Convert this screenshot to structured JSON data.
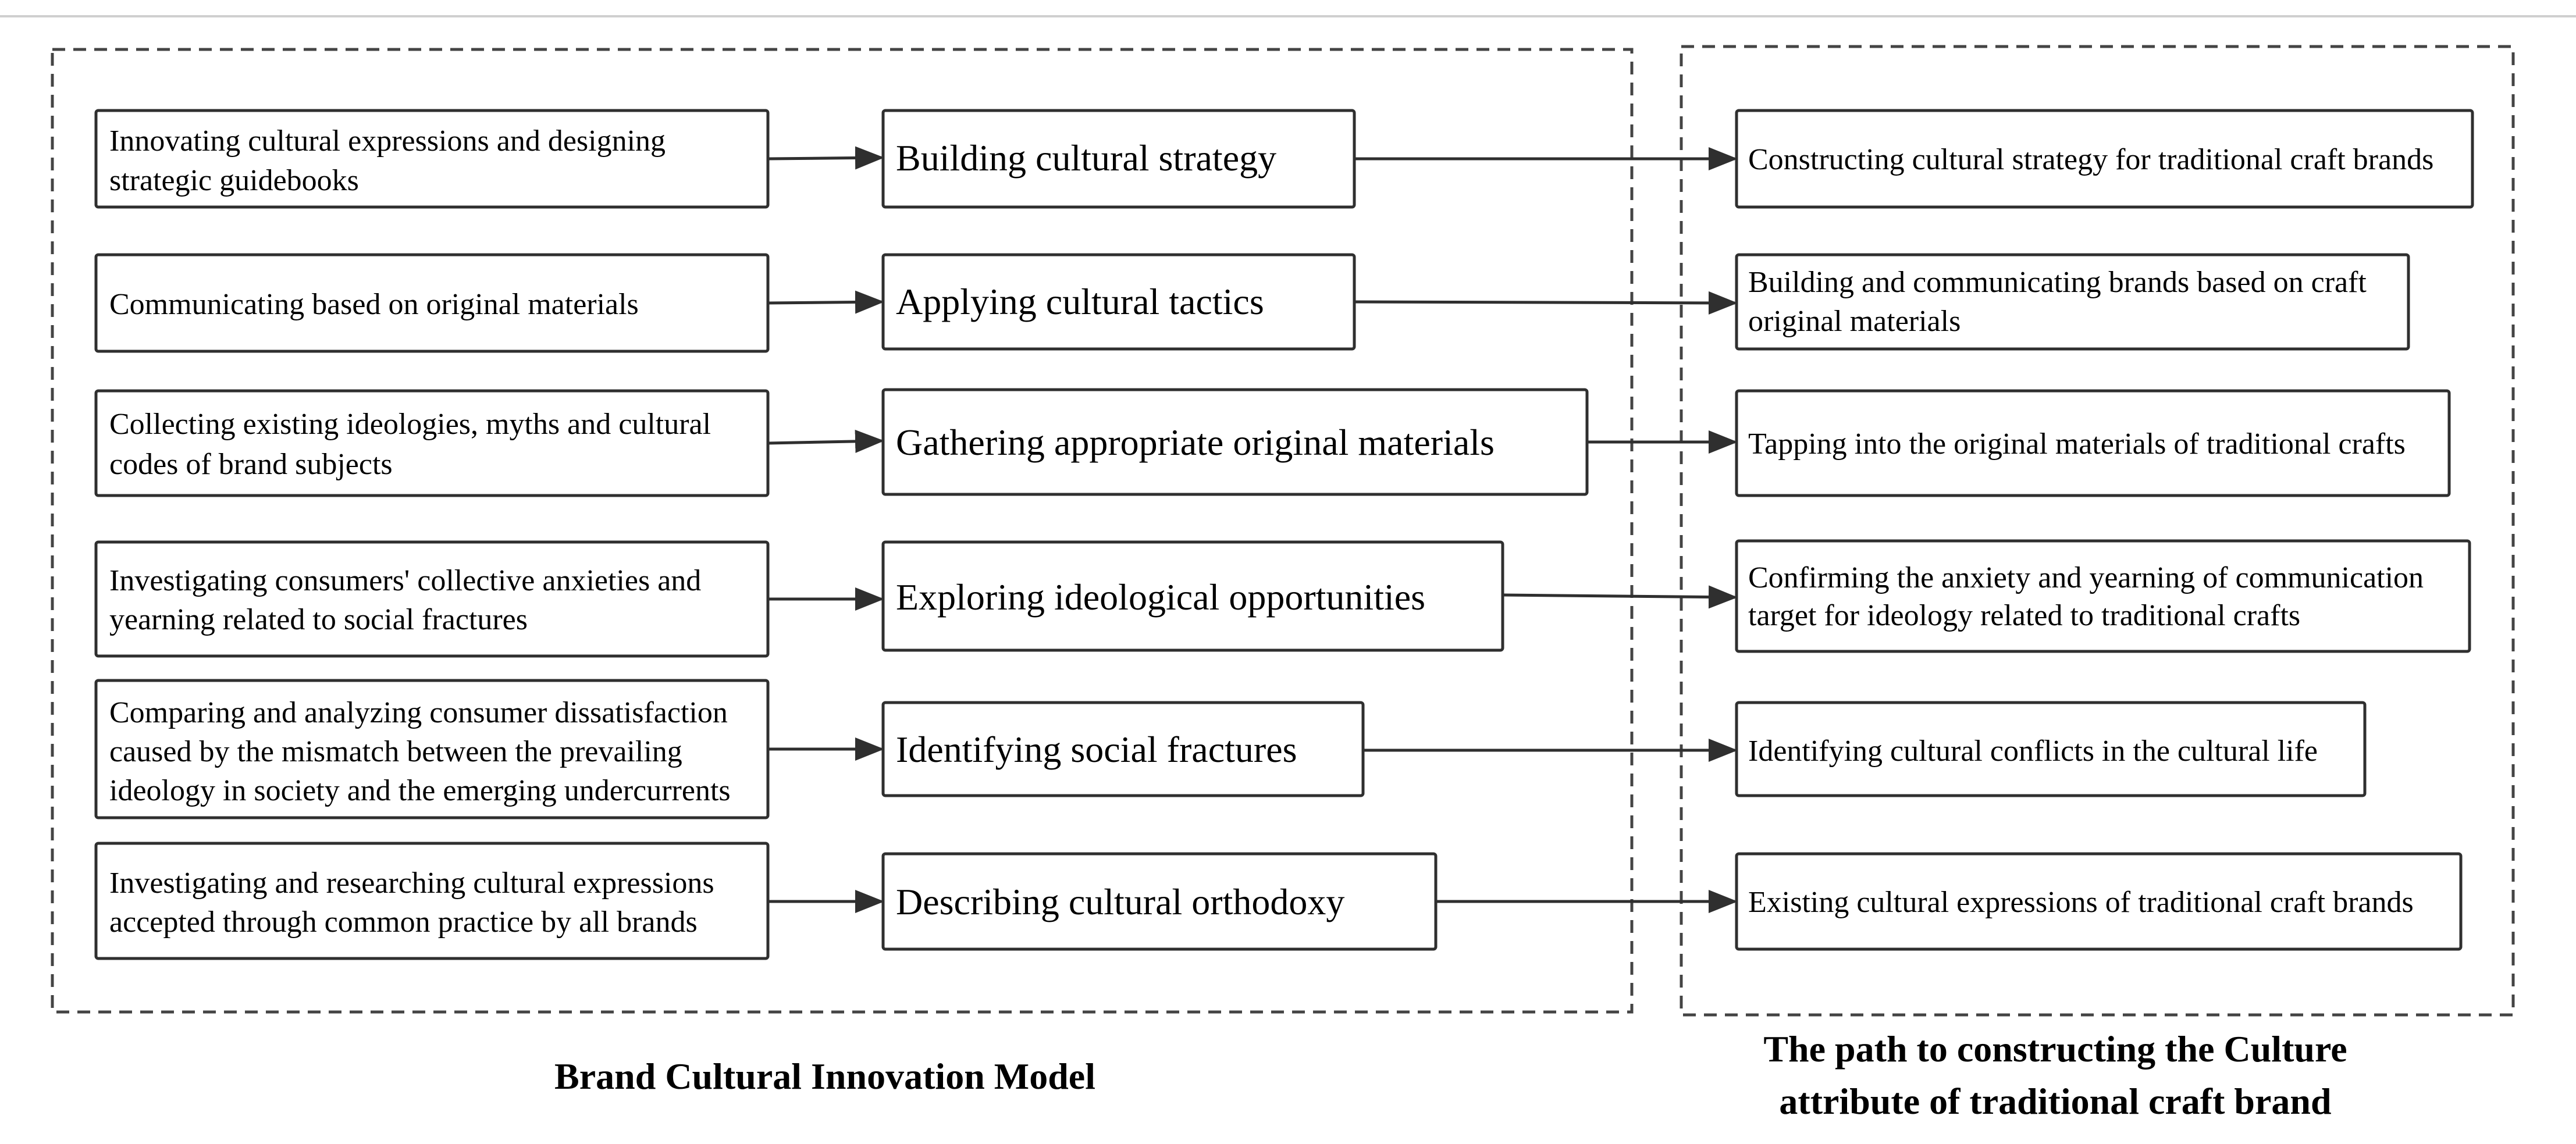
{
  "colors": {
    "stroke": "#2f2f2f",
    "text": "#2b2b2b",
    "background": "#ffffff"
  },
  "left_panel": {
    "title": "Brand Cultural Innovation Model",
    "rows": [
      {
        "method": [
          "Innovating cultural expressions and designing",
          "strategic guidebooks"
        ],
        "step": "Building cultural strategy"
      },
      {
        "method": [
          "Communicating based on original materials"
        ],
        "step": "Applying cultural tactics"
      },
      {
        "method": [
          "Collecting existing ideologies, myths and cultural",
          "codes of brand subjects"
        ],
        "step": "Gathering appropriate original materials"
      },
      {
        "method": [
          "Investigating consumers' collective anxieties and",
          "yearning related to social fractures"
        ],
        "step": "Exploring ideological opportunities"
      },
      {
        "method": [
          "Comparing and analyzing consumer dissatisfaction",
          "caused by the mismatch between the prevailing",
          "ideology in society and the emerging undercurrents"
        ],
        "step": "Identifying social fractures"
      },
      {
        "method": [
          "Investigating and researching cultural expressions",
          "accepted through common practice by all brands"
        ],
        "step": "Describing cultural orthodoxy"
      }
    ]
  },
  "right_panel": {
    "title": [
      "The path to constructing the Culture",
      "attribute of traditional craft  brand"
    ],
    "items": [
      [
        "Constructing cultural strategy for traditional craft brands"
      ],
      [
        "Building and communicating brands based on craft",
        "original materials"
      ],
      [
        "Tapping into the original materials of traditional crafts"
      ],
      [
        "Confirming the anxiety and yearning of communication",
        "target for ideology related to traditional crafts"
      ],
      [
        "Identifying cultural conflicts in the cultural life"
      ],
      [
        "Existing cultural expressions of traditional craft brands"
      ]
    ]
  }
}
